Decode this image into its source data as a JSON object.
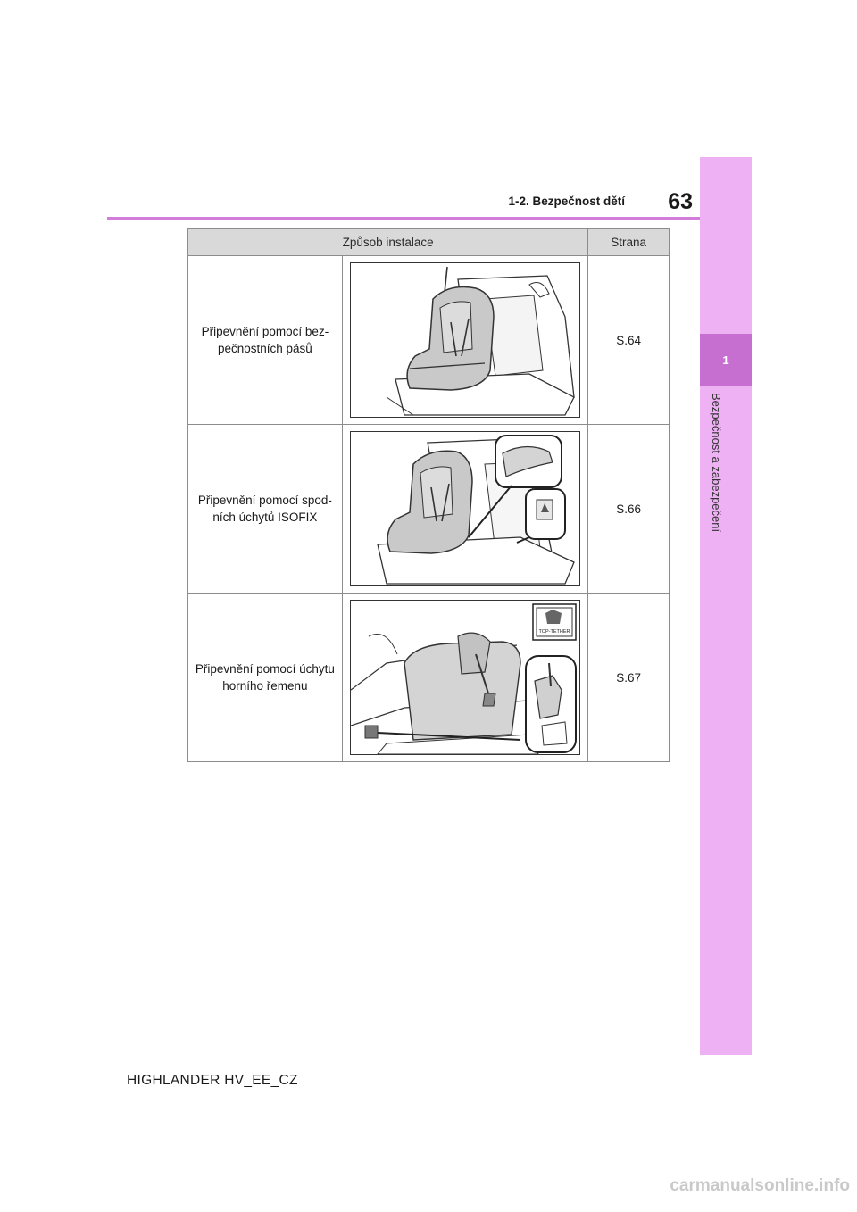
{
  "header": {
    "page_number": "63",
    "section": "1-2. Bezpečnost dětí"
  },
  "side_tab": {
    "chapter_number": "1",
    "chapter_title": "Bezpečnost a zabezpečení"
  },
  "table": {
    "columns": [
      "Způsob instalace",
      "Strana"
    ],
    "rows": [
      {
        "method": "Připevnění pomocí bez-pečnostních pásů",
        "page": "S.64"
      },
      {
        "method": "Připevnění pomocí spod-ních úchytů ISOFIX",
        "page": "S.66"
      },
      {
        "method": "Připevnění pomocí úchytu horního řemenu",
        "page": "S.67",
        "label": "TOP-TETHER"
      }
    ]
  },
  "footer": {
    "model": "HIGHLANDER HV_EE_CZ"
  },
  "watermark": "carmanualsonline.info",
  "colors": {
    "accent": "#d27ed8",
    "tab": "#eeb1f4",
    "chapter": "#c76fd0",
    "header_row": "#d9d9d9"
  }
}
